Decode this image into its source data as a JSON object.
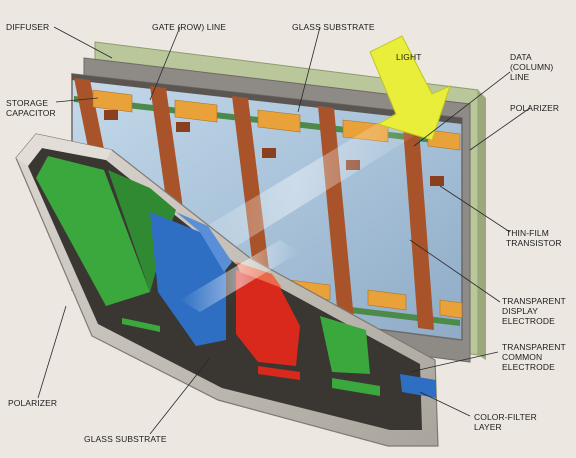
{
  "labels": {
    "diffuser": "DIFFUSER",
    "gate_row_line": "GATE (ROW) LINE",
    "glass_substrate_top": "GLASS SUBSTRATE",
    "light": "LIGHT",
    "data_column_line": [
      "DATA",
      "(COLUMN)",
      "LINE"
    ],
    "storage_capacitor": [
      "STORAGE",
      "CAPACITOR"
    ],
    "polarizer_right": "POLARIZER",
    "thin_film_transistor": [
      "THIN-FILM",
      "TRANSISTOR"
    ],
    "transparent_display_electrode": [
      "TRANSPARENT",
      "DISPLAY",
      "ELECTRODE"
    ],
    "transparent_common_electrode": [
      "TRANSPARENT",
      "COMMON",
      "ELECTRODE"
    ],
    "polarizer_left": "POLARIZER",
    "color_filter_layer": [
      "COLOR-FILTER",
      "LAYER"
    ],
    "glass_substrate_bottom": "GLASS SUBSTRATE"
  },
  "colors": {
    "background": "#ece7e0",
    "diffuser": "#b9c79a",
    "polarizer": "#8e8a86",
    "glass_cell": "#a9c3da",
    "data_line": "#a8532a",
    "capacitor": "#e9a23a",
    "light_arrow": "#e8ee3a",
    "filter_green": "#3aa83c",
    "filter_blue": "#2e6fc4",
    "filter_red": "#d8291c",
    "frame": "#c8c4bd"
  }
}
